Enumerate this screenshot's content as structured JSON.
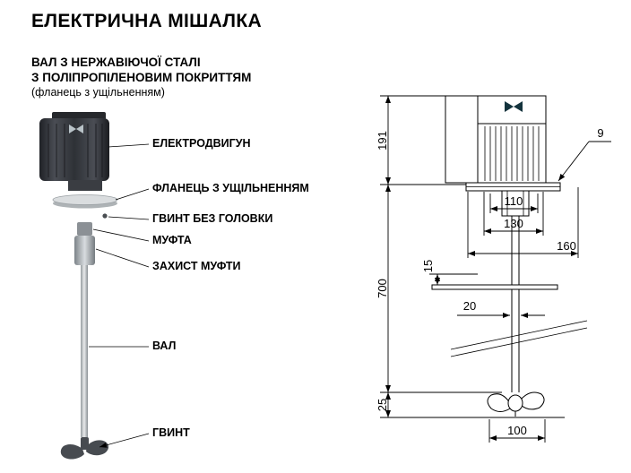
{
  "title": "ЕЛЕКТРИЧНА МІШАЛКА",
  "subtitle": {
    "line1": "ВАЛ З НЕРЖАВІЮЧОЇ СТАЛІ",
    "line2": "З ПОЛІПРОПІЛЕНОВИМ ПОКРИТТЯМ",
    "line3": "(фланець з ущільненням)"
  },
  "part_labels": {
    "motor": "ЕЛЕКТРОДВИГУН",
    "flange": "ФЛАНЕЦЬ З УЩІЛЬНЕННЯМ",
    "headless_screw": "ГВИНТ БЕЗ ГОЛОВКИ",
    "coupling": "МУФТА",
    "coupling_guard": "ЗАХИСТ МУФТИ",
    "shaft": "ВАЛ",
    "screw": "ГВИНТ"
  },
  "dimensions": {
    "motor_height": "191",
    "flange_thickness": "9",
    "bolt_circle": "110",
    "flange_width": "130",
    "guard_width": "160",
    "plate_thickness": "15",
    "shaft_length": "700",
    "shaft_diameter": "20",
    "propeller_height": "25",
    "propeller_diameter": "100"
  },
  "colors": {
    "line": "#000000",
    "motor_dark": "#2f3237",
    "metal_light": "#d9dcde"
  }
}
